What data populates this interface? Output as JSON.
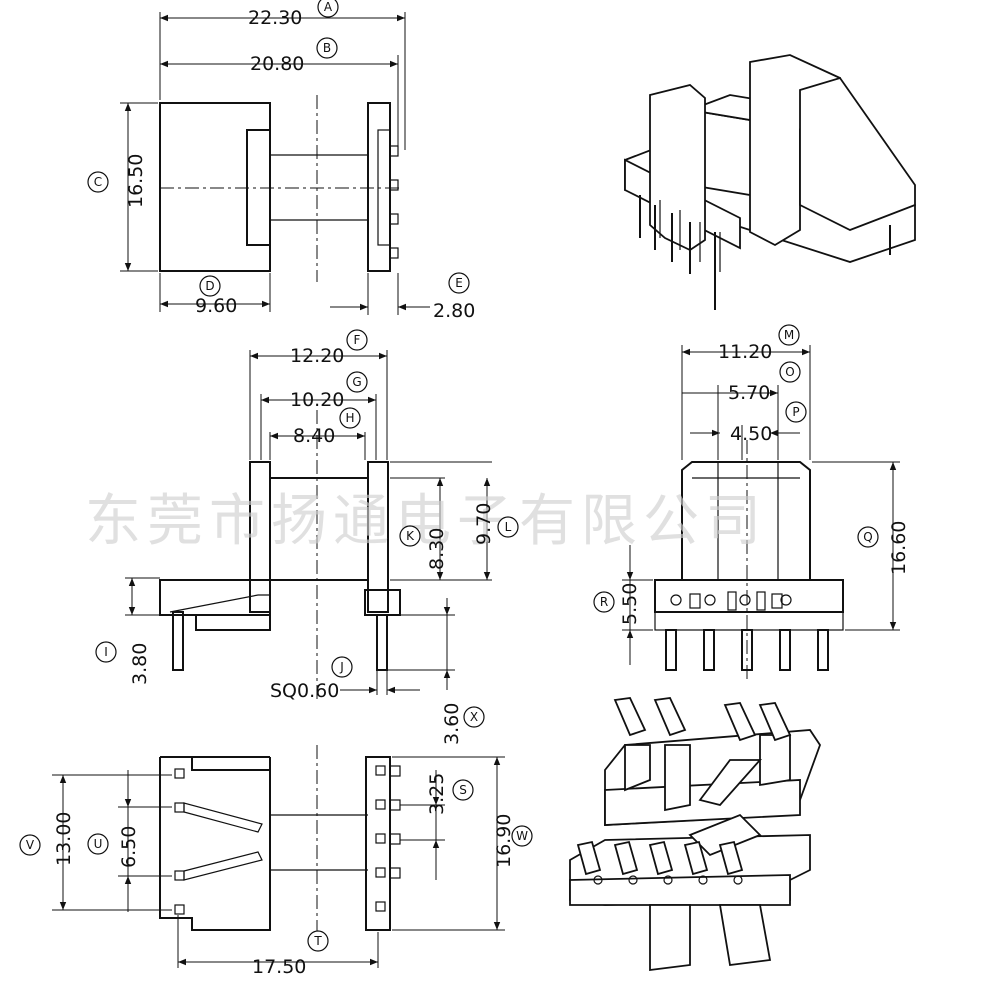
{
  "watermark": "东莞市扬通电子有限公司",
  "dimensions": [
    {
      "id": "A",
      "value": "22.30"
    },
    {
      "id": "B",
      "value": "20.80"
    },
    {
      "id": "C",
      "value": "16.50"
    },
    {
      "id": "D",
      "value": "9.60"
    },
    {
      "id": "E",
      "value": "2.80"
    },
    {
      "id": "F",
      "value": "12.20"
    },
    {
      "id": "G",
      "value": "10.20"
    },
    {
      "id": "H",
      "value": "8.40"
    },
    {
      "id": "K",
      "value": "8.30"
    },
    {
      "id": "L",
      "value": "9.70"
    },
    {
      "id": "I",
      "value": "3.80"
    },
    {
      "id": "J",
      "value": "SQ0.60"
    },
    {
      "id": "X",
      "value": "3.60"
    },
    {
      "id": "M",
      "value": "11.20"
    },
    {
      "id": "O",
      "value": "5.70"
    },
    {
      "id": "P",
      "value": "4.50"
    },
    {
      "id": "Q",
      "value": "16.60"
    },
    {
      "id": "R",
      "value": "5.50"
    },
    {
      "id": "S",
      "value": "3.25"
    },
    {
      "id": "W",
      "value": "16.90"
    },
    {
      "id": "V",
      "value": "13.00"
    },
    {
      "id": "U",
      "value": "6.50"
    },
    {
      "id": "T",
      "value": "17.50"
    }
  ]
}
